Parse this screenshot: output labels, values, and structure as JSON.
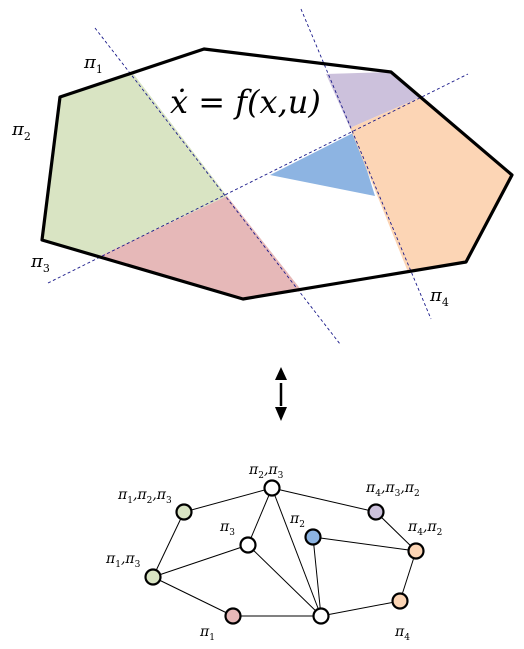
{
  "equation": {
    "lhs": "ẋ",
    "rhs": " = f(x,u)"
  },
  "partition_lines": [
    {
      "id": "pi1",
      "symbol": "π",
      "sub": "1"
    },
    {
      "id": "pi2",
      "symbol": "π",
      "sub": "2"
    },
    {
      "id": "pi3",
      "symbol": "π",
      "sub": "3"
    },
    {
      "id": "pi4",
      "symbol": "π",
      "sub": "4"
    }
  ],
  "regions": [
    {
      "id": "green",
      "color": "#d9e4c3"
    },
    {
      "id": "red",
      "color": "#e6b8b8"
    },
    {
      "id": "purple",
      "color": "#ccc1dc"
    },
    {
      "id": "blue",
      "color": "#8db4e2"
    },
    {
      "id": "orange",
      "color": "#fcd5b5"
    }
  ],
  "arrow": {
    "meaning": "double-headed arrow (correspondence)"
  },
  "graph": {
    "nodes": [
      {
        "id": "n_top",
        "color": "#ffffff",
        "label": "π2,π3"
      },
      {
        "id": "n_green_top",
        "color": "#d9e4c3",
        "label": "π1,π2,π3"
      },
      {
        "id": "n_mid_white",
        "color": "#ffffff",
        "label": "π3"
      },
      {
        "id": "n_blue",
        "color": "#8db4e2",
        "label": "π2"
      },
      {
        "id": "n_purple",
        "color": "#ccc1dc",
        "label": "π4,π3,π2"
      },
      {
        "id": "n_orange_top",
        "color": "#fcd5b5",
        "label": "π4,π2"
      },
      {
        "id": "n_green_left",
        "color": "#d9e4c3",
        "label": "π1,π3"
      },
      {
        "id": "n_red",
        "color": "#e6b8b8",
        "label": "π1"
      },
      {
        "id": "n_bottom_white",
        "color": "#ffffff",
        "label": ""
      },
      {
        "id": "n_orange_bottom",
        "color": "#fcd5b5",
        "label": "π4"
      }
    ],
    "edges": [
      [
        "n_green_top",
        "n_top"
      ],
      [
        "n_top",
        "n_purple"
      ],
      [
        "n_top",
        "n_mid_white"
      ],
      [
        "n_top",
        "n_bottom_white"
      ],
      [
        "n_green_top",
        "n_green_left"
      ],
      [
        "n_green_left",
        "n_mid_white"
      ],
      [
        "n_green_left",
        "n_red"
      ],
      [
        "n_mid_white",
        "n_bottom_white"
      ],
      [
        "n_red",
        "n_bottom_white"
      ],
      [
        "n_blue",
        "n_bottom_white"
      ],
      [
        "n_blue",
        "n_orange_top"
      ],
      [
        "n_purple",
        "n_orange_top"
      ],
      [
        "n_orange_top",
        "n_orange_bottom"
      ],
      [
        "n_bottom_white",
        "n_orange_bottom"
      ]
    ]
  }
}
